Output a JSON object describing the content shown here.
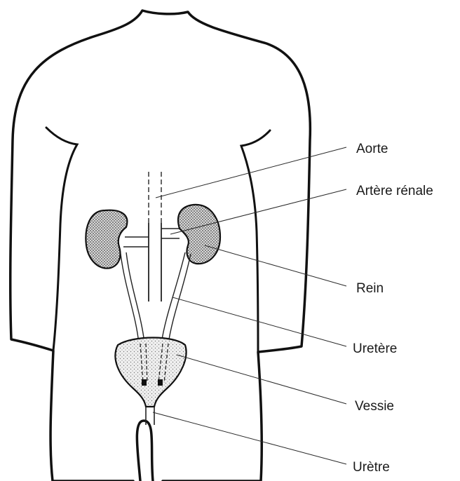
{
  "labels": {
    "aorte": "Aorte",
    "artere_renale": "Artère rénale",
    "rein": "Rein",
    "uretere": "Uretère",
    "vessie": "Vessie",
    "uretre": "Urètre"
  },
  "colors": {
    "outline": "#111111",
    "kidney_fill": "#b9b9b9",
    "bladder_fill": "#d9d9d9",
    "background": "#ffffff"
  }
}
